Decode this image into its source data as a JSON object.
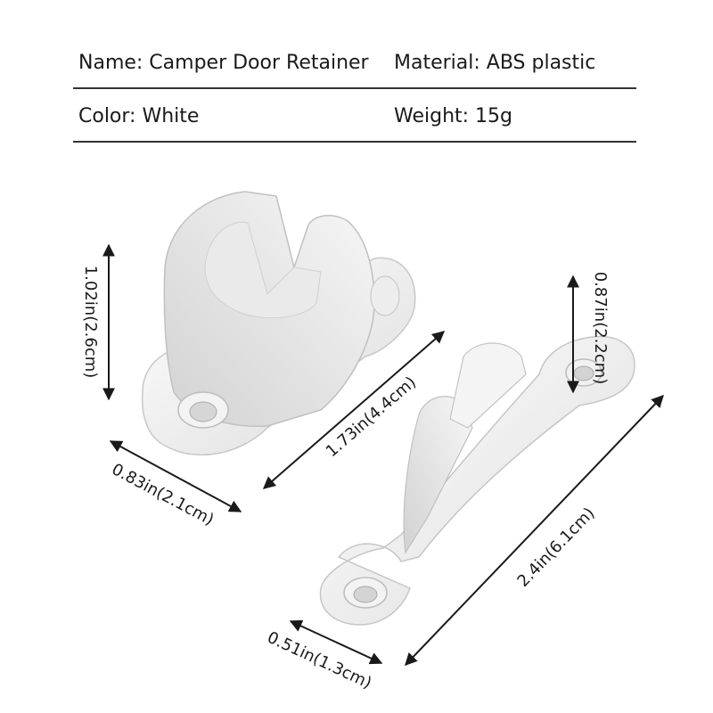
{
  "specs": {
    "name": "Name: Camper Door Retainer",
    "material": "Material: ABS plastic",
    "color": "Color: White",
    "weight": "Weight: 15g"
  },
  "dimensions": {
    "base_height": "1.02in(2.6cm)",
    "base_width": "0.83in(2.1cm)",
    "base_length": "1.73in(4.4cm)",
    "arm_height": "0.87in(2.2cm)",
    "arm_length": "2.4in(6.1cm)",
    "arm_width": "0.51in(1.3cm)"
  }
}
